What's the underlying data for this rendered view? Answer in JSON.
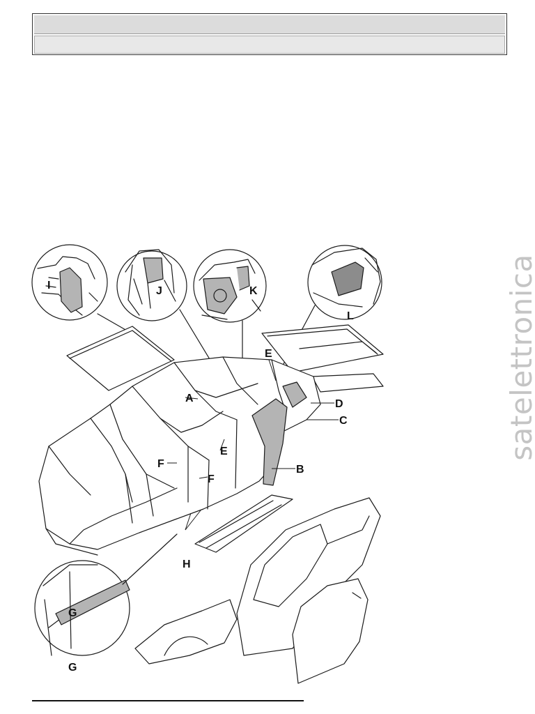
{
  "header": {
    "line1": "",
    "line2": ""
  },
  "watermark": "satelettronica",
  "figure": {
    "callouts": [
      "A",
      "B",
      "C",
      "D",
      "E",
      "E",
      "F",
      "F",
      "G",
      "G",
      "H",
      "I",
      "J",
      "K",
      "L"
    ]
  },
  "colors": {
    "highlight": "#b4b4b4",
    "line": "#1a1a1a",
    "watermark": "#c4c4c4"
  }
}
